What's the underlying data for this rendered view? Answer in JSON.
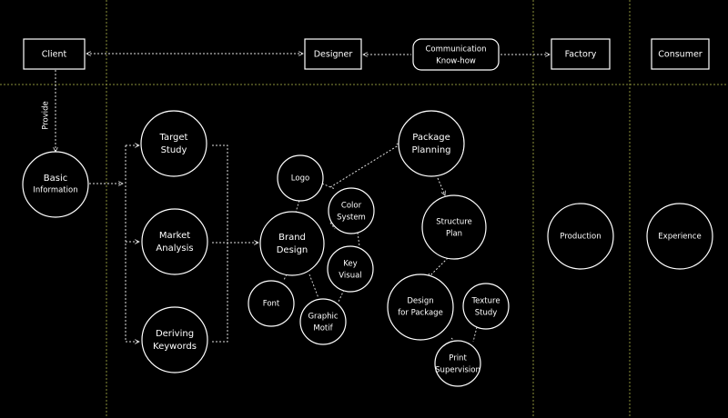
{
  "header": {
    "client": "Client",
    "designer": "Designer",
    "communication": [
      "Communication",
      "Know-how"
    ],
    "factory": "Factory",
    "consumer": "Consumer"
  },
  "provide_label": "Provide",
  "nodes": {
    "basic_information": [
      "Basic",
      "Information"
    ],
    "target_study": [
      "Target",
      "Study"
    ],
    "market_analysis": [
      "Market",
      "Analysis"
    ],
    "deriving_keywords": [
      "Deriving",
      "Keywords"
    ],
    "logo": [
      "Logo"
    ],
    "color_system": [
      "Color",
      "System"
    ],
    "brand_design": [
      "Brand",
      "Design"
    ],
    "key_visual": [
      "Key",
      "Visual"
    ],
    "font": [
      "Font"
    ],
    "graphic_motif": [
      "Graphic",
      "Motif"
    ],
    "package_planning": [
      "Package",
      "Planning"
    ],
    "structure_plan": [
      "Structure",
      "Plan"
    ],
    "design_for_package": [
      "Design",
      "for Package"
    ],
    "texture_study": [
      "Texture",
      "Study"
    ],
    "print_supervision": [
      "Print",
      "Supervision"
    ],
    "production": [
      "Production"
    ],
    "experience": [
      "Experience"
    ]
  }
}
